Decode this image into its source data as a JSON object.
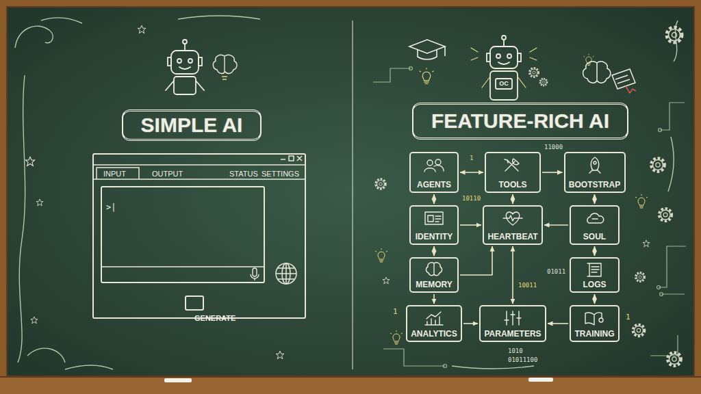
{
  "diagram": {
    "nodes": [
      {
        "text": [
          "SIMPLE AI"
        ]
      },
      {
        "text": [
          "INPUT",
          "OUTPUT",
          "STATUS",
          "SETTINGS"
        ]
      },
      {
        "text": [
          ">|"
        ],
        "in": 1
      },
      {
        "text": [
          "GENERATE"
        ],
        "in": 1
      },
      {
        "text": [
          "FEATURE-RICH AI"
        ]
      },
      {
        "text": [
          "AGENTS"
        ]
      },
      {
        "text": [
          "TOOLS"
        ]
      },
      {
        "text": [
          "BOOTSTRAP"
        ]
      },
      {
        "text": [
          "IDENTITY"
        ]
      },
      {
        "text": [
          "HEARTBEAT"
        ]
      },
      {
        "text": [
          "SOUL"
        ]
      },
      {
        "text": [
          "MEMORY"
        ]
      },
      {
        "text": [
          "LOGS"
        ]
      },
      {
        "text": [
          "ANALYTICS"
        ]
      },
      {
        "text": [
          "PARAMETERS"
        ]
      },
      {
        "text": [
          "TRAINING"
        ]
      }
    ],
    "edges": [
      {
        "from": 5,
        "to": 6,
        "arrow": "both"
      },
      {
        "from": 6,
        "to": 7,
        "arrow": "to"
      },
      {
        "from": 5,
        "to": 8,
        "arrow": "both"
      },
      {
        "from": 6,
        "to": 9,
        "arrow": "both"
      },
      {
        "from": 7,
        "to": 10,
        "arrow": "both"
      },
      {
        "from": 8,
        "to": 9,
        "arrow": "to"
      },
      {
        "from": 10,
        "to": 9,
        "arrow": "to"
      },
      {
        "from": 8,
        "to": 11,
        "arrow": "both"
      },
      {
        "from": 11,
        "to": 9,
        "arrow": "to"
      },
      {
        "from": 9,
        "to": 14,
        "arrow": "both"
      },
      {
        "from": 10,
        "to": 12,
        "arrow": "both"
      },
      {
        "from": 11,
        "to": 13,
        "arrow": "to"
      },
      {
        "from": 13,
        "to": 14,
        "arrow": "to"
      },
      {
        "from": 15,
        "to": 14,
        "arrow": "to"
      },
      {
        "from": 12,
        "to": 15,
        "arrow": "both"
      }
    ],
    "labels": [
      "OC",
      "1",
      "11000",
      "10110",
      "01011",
      "10011",
      "1010",
      "01011100",
      "1",
      "1"
    ]
  }
}
